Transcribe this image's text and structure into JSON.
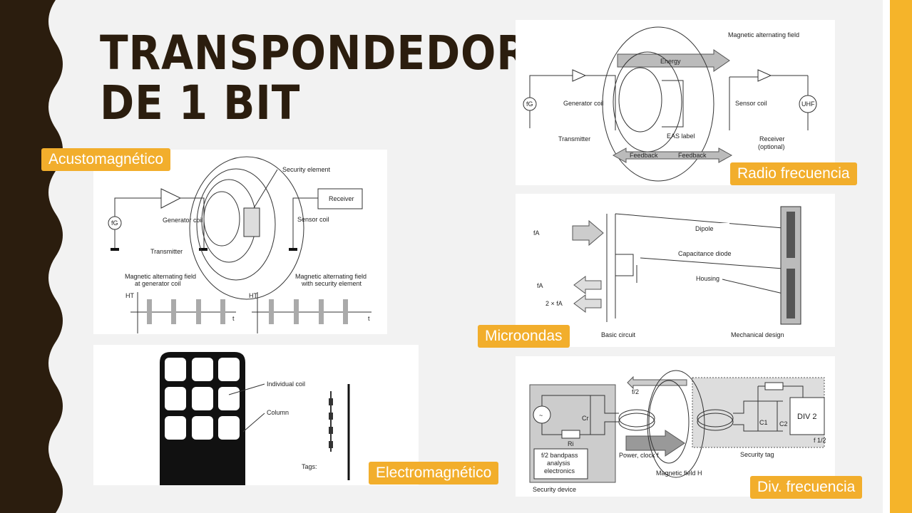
{
  "title": {
    "line1": "TRANSPONDEDOR",
    "line2": "DE 1 BIT"
  },
  "colors": {
    "accent": "#f2ae2c",
    "dark": "#2b1d0e",
    "side": "#f5b42a"
  },
  "labels": {
    "acusto": "Acustomagnético",
    "rf": "Radio frecuencia",
    "micro": "Microondas",
    "electro": "Electromagnético",
    "div": "Div. frecuencia"
  },
  "acusto": {
    "fg": "fG",
    "generator": "Generator coil",
    "transmitter": "Transmitter",
    "security": "Security element",
    "receiver": "Receiver",
    "sensor": "Sensor coil",
    "field1a": "Magnetic alternating field",
    "field1b": "at generator coil",
    "field2a": "Magnetic alternating field",
    "field2b": "with security element",
    "ht": "HT",
    "t": "t"
  },
  "electro": {
    "coil": "Individual coil",
    "column": "Column",
    "tags": "Tags:"
  },
  "rf": {
    "field": "Magnetic alternating field",
    "energy": "Energy",
    "fg": "fG",
    "generator": "Generator coil",
    "transmitter": "Transmitter",
    "eas": "EAS label",
    "sensor": "Sensor coil",
    "receiver": "Receiver",
    "optional": "(optional)",
    "feedback1": "Feedback",
    "feedback2": "Feedback",
    "uhf": "UHF"
  },
  "micro": {
    "fa": "fA",
    "fa2": "fA",
    "fa3": "2 × fA",
    "dipole": "Dipole",
    "diode": "Capacitance diode",
    "housing": "Housing",
    "basic": "Basic circuit",
    "mech": "Mechanical design"
  },
  "div": {
    "f2": "f/2",
    "cr": "Cr",
    "ri": "Ri",
    "bandpass1": "f/2 bandpass",
    "bandpass2": "analysis",
    "bandpass3": "electronics",
    "device": "Security device",
    "power": "Power, clock f",
    "field": "Magnetic field  H",
    "tag": "Security tag",
    "c1": "C1",
    "c2": "C2",
    "div2": "DIV 2",
    "f12": "f 1/2"
  }
}
